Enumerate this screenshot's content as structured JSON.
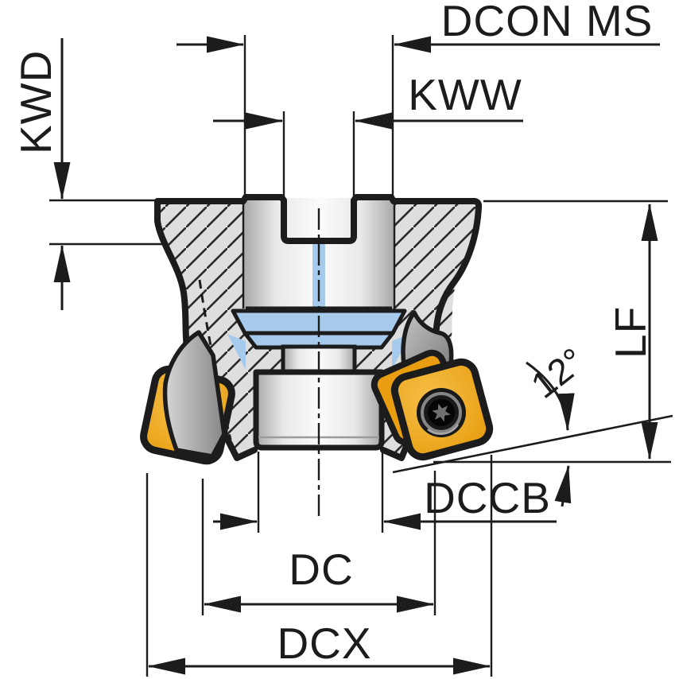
{
  "drawing": {
    "type": "technical-dimension-drawing",
    "subject": "face-milling-cutter-cross-section",
    "dimension_labels": {
      "connection_diameter": "DCON MS",
      "keyway_width": "KWW",
      "keyway_depth": "KWD",
      "functional_length": "LF",
      "lead_angle": "12°",
      "body_core_diameter": "DCCB",
      "cutting_diameter": "DC",
      "maximum_diameter": "DCX"
    },
    "colors": {
      "line": "#1c1c1c",
      "insert_yellow": "#efa81e",
      "highlight_blue": "#a6caec",
      "body_gray": "#dcdcdc",
      "background": "#ffffff"
    }
  }
}
